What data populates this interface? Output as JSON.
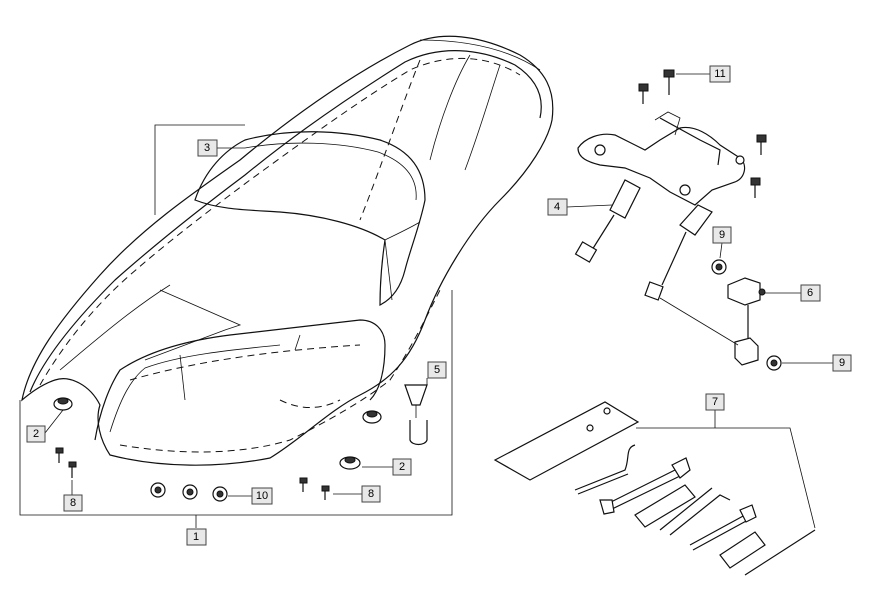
{
  "callouts": {
    "c1": "1",
    "c2a": "2",
    "c2b": "2",
    "c3": "3",
    "c4": "4",
    "c5": "5",
    "c6": "6",
    "c7": "7",
    "c8a": "8",
    "c8b": "8",
    "c9a": "9",
    "c9b": "9",
    "c10": "10",
    "c11": "11"
  }
}
